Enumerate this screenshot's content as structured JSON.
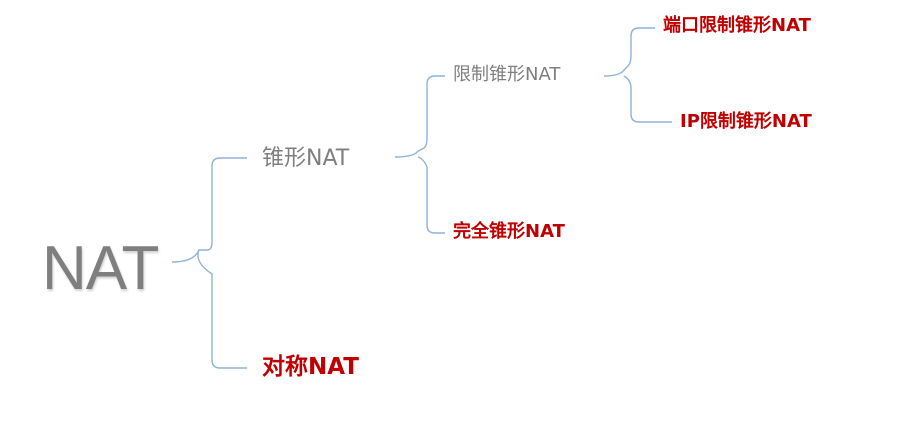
{
  "root": {
    "label": "NAT"
  },
  "level1": {
    "cone": "锥形NAT",
    "symmetric": "对称NAT"
  },
  "level2": {
    "restricted_cone": "限制锥形NAT",
    "full_cone": "完全锥形NAT"
  },
  "level3": {
    "port_restricted_cone": "端口限制锥形NAT",
    "ip_restricted_cone": "IP限制锥形NAT"
  },
  "colors": {
    "gray_text": "#7f7f7f",
    "red_text": "#c00000",
    "bracket_line": "#8fb3d9"
  }
}
